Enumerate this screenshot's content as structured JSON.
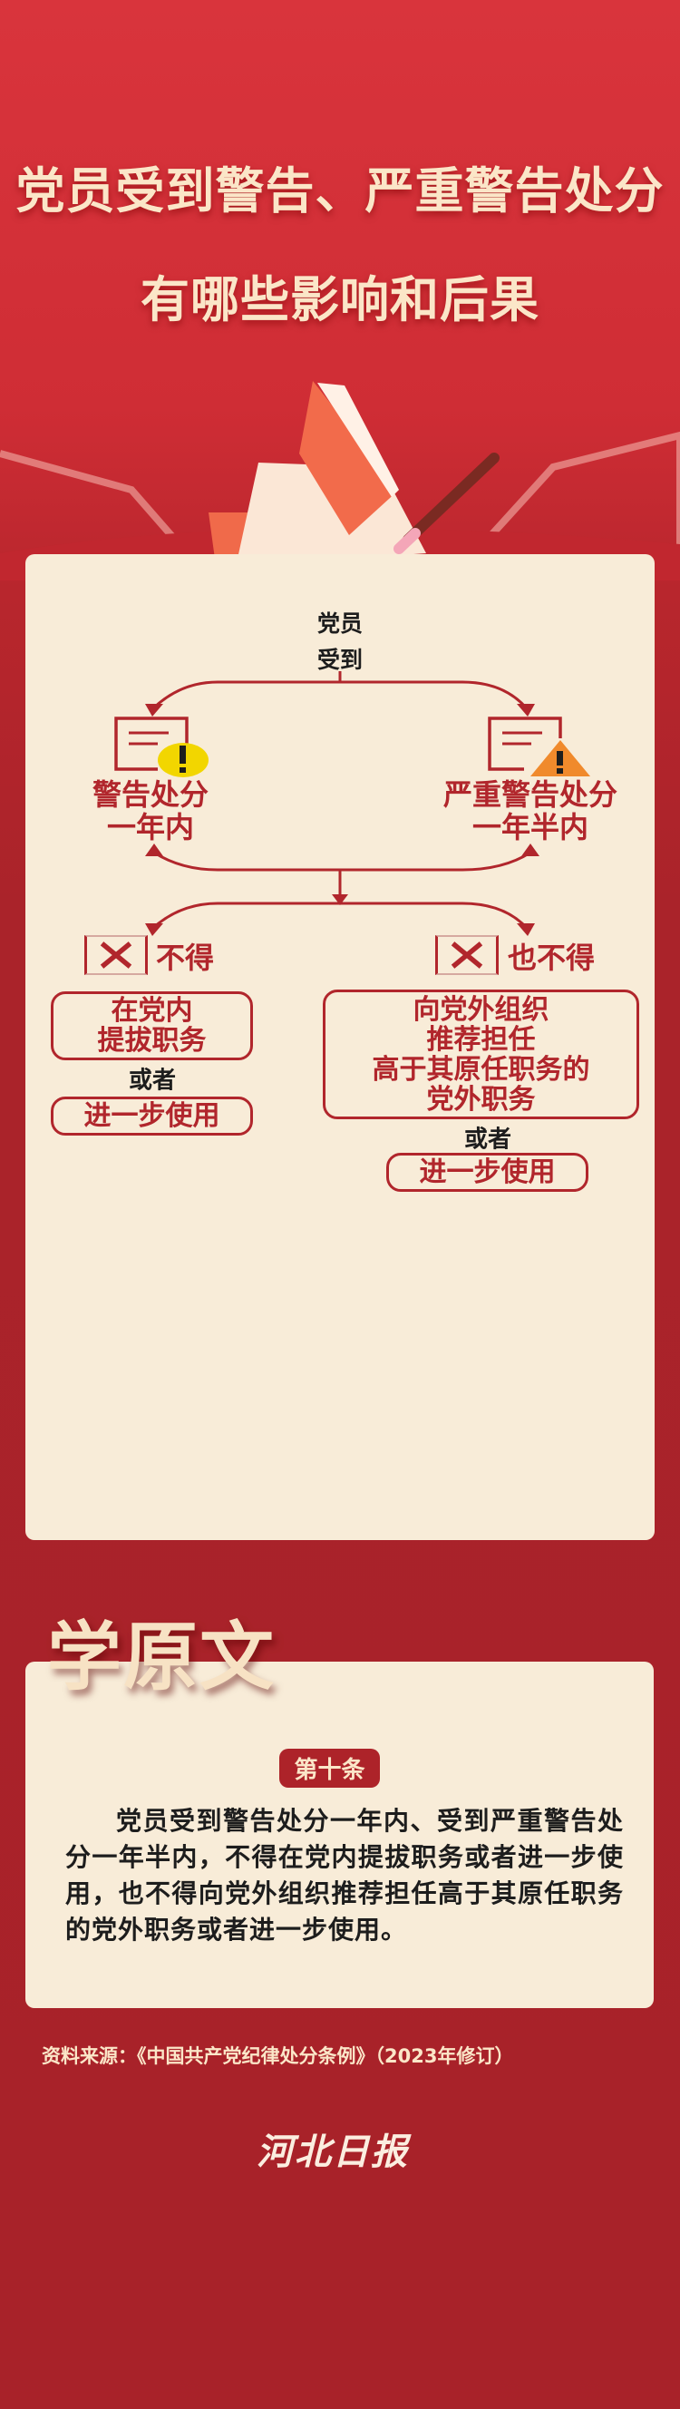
{
  "header": {
    "title_line1": "党员受到警告、严重警告处分",
    "title_line2": "有哪些影响和后果"
  },
  "flow": {
    "subject_line1": "党员",
    "subject_line2": "受到",
    "left": {
      "icon": "warning-document-icon",
      "title": "警告处分",
      "duration": "一年内",
      "cannot": "不得",
      "box1_line1": "在党内",
      "box1_line2": "提拔职务",
      "or": "或者",
      "box2": "进一步使用"
    },
    "right": {
      "icon": "serious-warning-document-icon",
      "title": "严重警告处分",
      "duration": "一年半内",
      "cannot": "也不得",
      "box1_lines": [
        "向党外组织",
        "推荐担任",
        "高于其原任职务的",
        "党外职务"
      ],
      "or": "或者",
      "box2": "进一步使用"
    }
  },
  "original": {
    "heading": "学原文",
    "article": "第十条",
    "text": "党员受到警告处分一年内、受到严重警告处分一年半内，不得在党内提拔职务或者进一步使用，也不得向党外组织推荐担任高于其原任职务的党外职务或者进一步使用。"
  },
  "footer": {
    "source": "资料来源：《中国共产党纪律处分条例》（2023年修订）",
    "logo": "河北日报"
  },
  "colors": {
    "accent": "#b1262c",
    "card": "#f8ecd8",
    "yellow": "#f2d600",
    "orange": "#f08a2c"
  }
}
